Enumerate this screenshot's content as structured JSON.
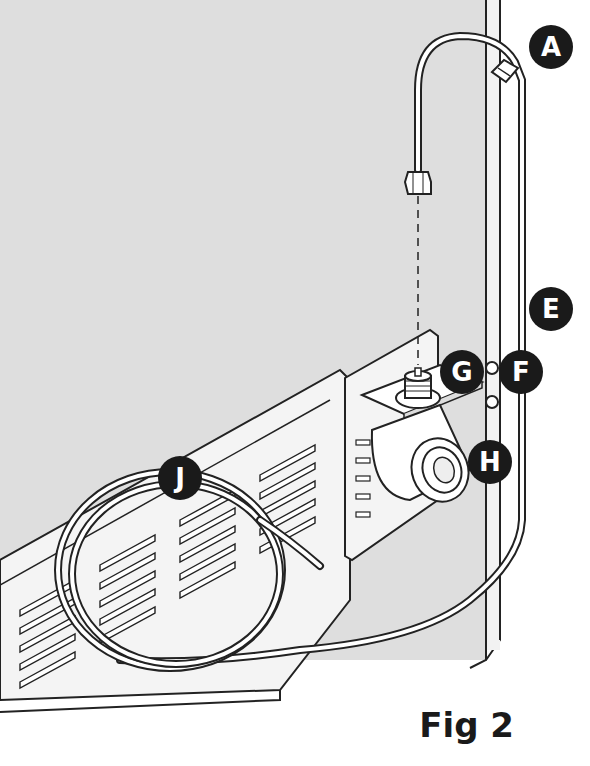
{
  "diagram": {
    "caption": "Fig 2",
    "labels": [
      "A",
      "E",
      "G",
      "F",
      "H",
      "J"
    ]
  }
}
